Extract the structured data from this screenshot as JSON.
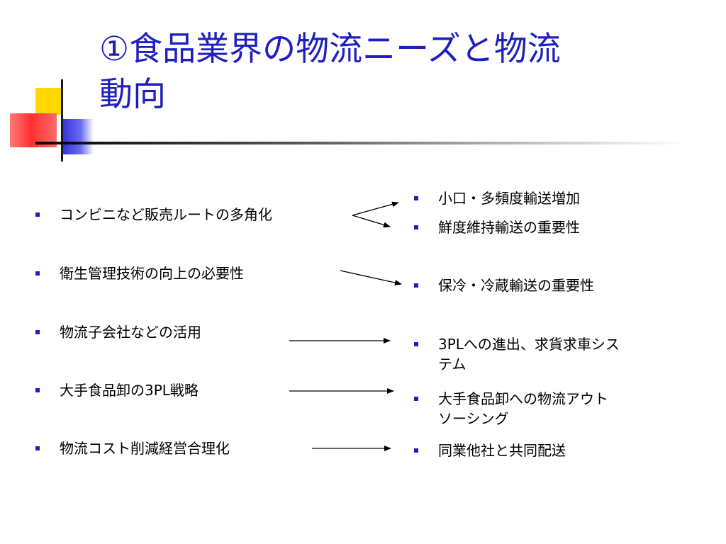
{
  "slide": {
    "title": "①食品業界の物流ニーズと物流\n動向"
  },
  "left_items": [
    "コンビニなど販売ルートの多角化",
    "衛生管理技術の向上の必要性",
    "物流子会社などの活用",
    "大手食品卸の3PL戦略",
    "物流コスト削減経営合理化"
  ],
  "right_items": [
    "小口・多頻度輸送増加",
    "鮮度維持輸送の重要性",
    "保冷・冷蔵輸送の重要性",
    "3PLへの進出、求貨求車シス\nテム",
    "大手食品卸への物流アウト\nソーシング",
    "同業他社と共同配送"
  ],
  "colors": {
    "title": "#1f1fbf",
    "bullet": "#1f1fbf",
    "accent_yellow": "#ffd800",
    "accent_blue": "#2f2fd6",
    "accent_red": "#ff3030"
  }
}
